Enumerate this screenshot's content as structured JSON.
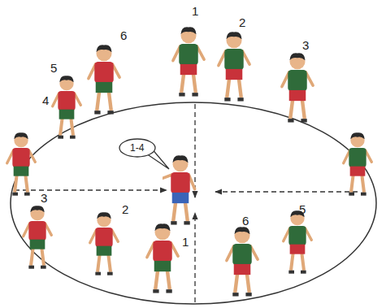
{
  "diagram": {
    "nodes": [
      {
        "text": [
          "1-4"
        ]
      }
    ],
    "labels": [
      "1",
      "2",
      "3",
      "6",
      "5",
      "4",
      "3",
      "2",
      "1",
      "6",
      "5"
    ]
  }
}
